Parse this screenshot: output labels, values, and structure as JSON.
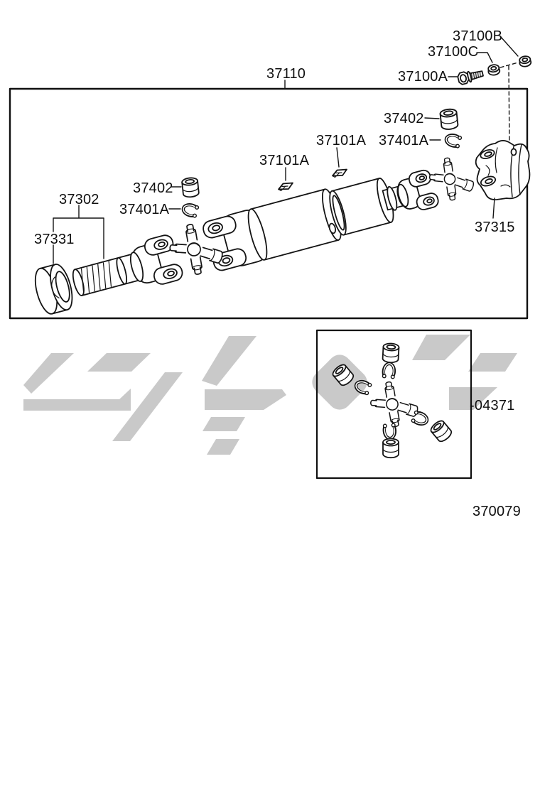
{
  "figure": {
    "number": "370079"
  },
  "colors": {
    "line": "#141414",
    "watermark": "#c9c9c9",
    "background": "#ffffff"
  },
  "callouts": {
    "nut_b": "37100B",
    "washer_c": "37100C",
    "bolt_a": "37100A",
    "shaft_assembly": "37110",
    "bearing_right": "37402",
    "snap_ring_right": "37401A",
    "balance_weight_right": "37101A",
    "balance_weight_left": "37101A",
    "bearing_left": "37402",
    "snap_ring_left": "37401A",
    "sleeve_yoke": "37302",
    "dust_cover": "37331",
    "flange_yoke": "37315",
    "spider_repair_kit": "-04371"
  }
}
